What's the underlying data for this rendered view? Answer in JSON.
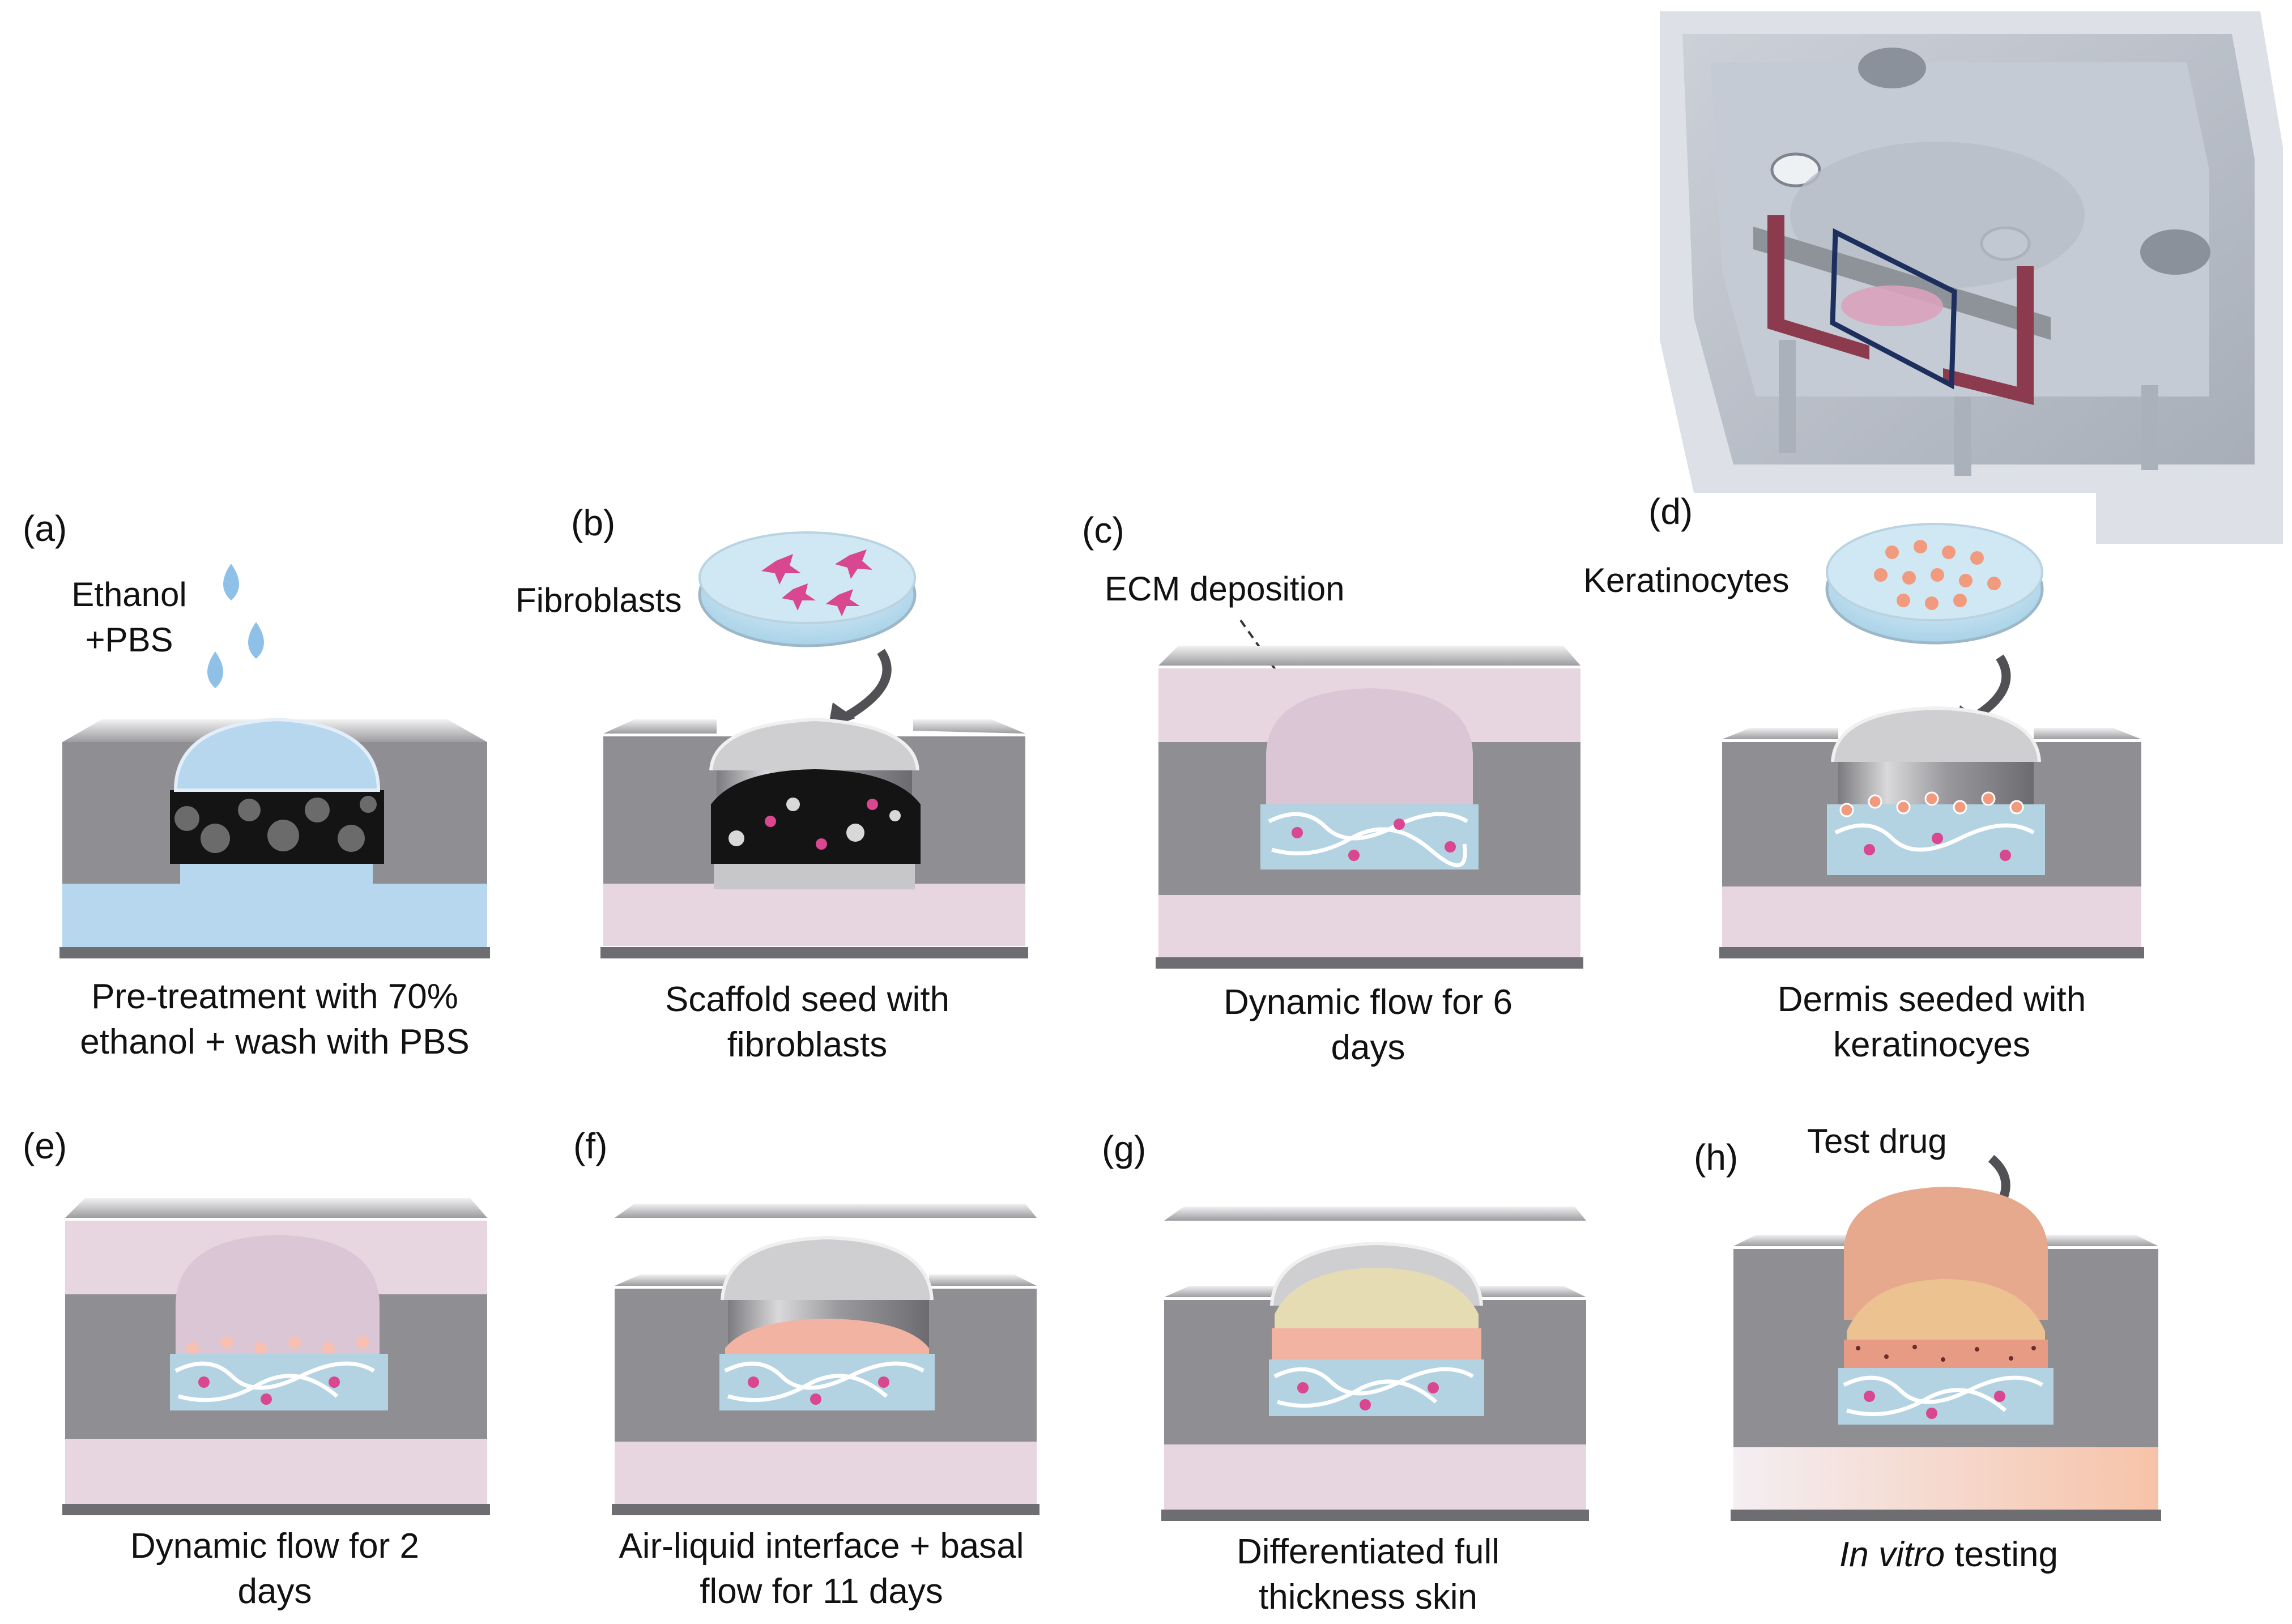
{
  "panels": [
    {
      "id": "a",
      "letter": "(a)",
      "caption": [
        "Pre-treatment with 70%",
        "ethanol + wash with PBS"
      ],
      "note": [
        "Ethanol",
        "+PBS"
      ]
    },
    {
      "id": "b",
      "letter": "(b)",
      "caption": [
        "Scaffold seed with",
        "fibroblasts"
      ],
      "note": [
        "Fibroblasts"
      ]
    },
    {
      "id": "c",
      "letter": "(c)",
      "caption": [
        "Dynamic flow for 6",
        "days"
      ],
      "note": [
        "ECM deposition"
      ]
    },
    {
      "id": "d",
      "letter": "(d)",
      "caption": [
        "Dermis seeded with",
        "keratinocyes"
      ],
      "note": [
        "Keratinocytes"
      ]
    },
    {
      "id": "e",
      "letter": "(e)",
      "caption": [
        "Dynamic flow for 2",
        "days"
      ],
      "note": []
    },
    {
      "id": "f",
      "letter": "(f)",
      "caption": [
        "Air-liquid interface + basal",
        "flow for 11 days"
      ],
      "note": []
    },
    {
      "id": "g",
      "letter": "(g)",
      "caption": [
        "Differentiated full",
        "thickness skin"
      ],
      "note": []
    },
    {
      "id": "h",
      "letter": "(h)",
      "caption_italic": "In vitro",
      "caption_rest": " testing",
      "note": [
        "Test drug"
      ]
    }
  ],
  "colors": {
    "steel": "#8f8f93",
    "steel_light": "#d6d6d8",
    "medium_pink": "#e7d5e0",
    "pbs_blue": "#b6d7ee",
    "scaffold_black": "#141414",
    "dermis_blue": "#b4d3e2",
    "fibroblast_pink": "#d8478f",
    "epidermis_salmon": "#f3b3a3",
    "stratum_tan": "#e6dcb4",
    "drug_orange": "#f3b69a",
    "frame_navy": "#1d2f5f"
  }
}
